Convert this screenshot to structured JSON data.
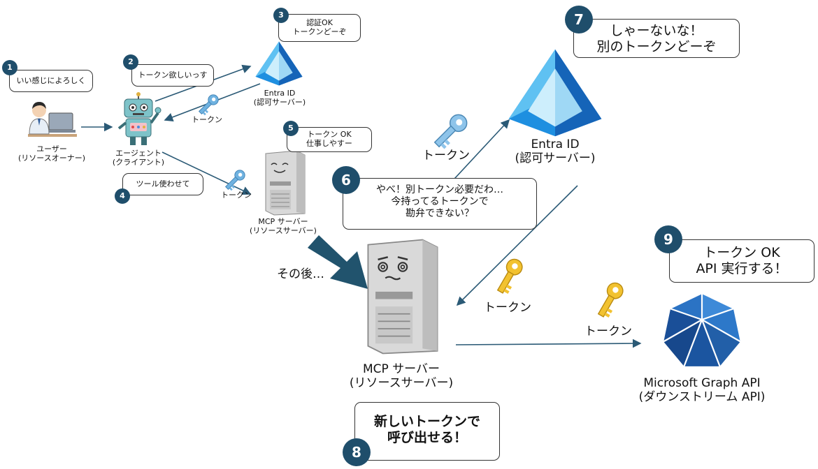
{
  "steps": {
    "s1": {
      "num": "1",
      "text": "いい感じによろしく"
    },
    "s2": {
      "num": "2",
      "text": "トークン欲しいっす"
    },
    "s3": {
      "num": "3",
      "line1": "認証OK",
      "line2": "トークンどーぞ"
    },
    "s4": {
      "num": "4",
      "text": "ツール使わせて"
    },
    "s5": {
      "num": "5",
      "line1": "トークン OK",
      "line2": "仕事しやすー"
    },
    "s6": {
      "num": "6",
      "line1": "やべ！別トークン必要だわ…",
      "line2": "今持ってるトークンで",
      "line3": "勘弁できない？"
    },
    "s7": {
      "num": "7",
      "line1": "しゃーないな！",
      "line2": "別のトークンどーぞ"
    },
    "s8": {
      "num": "8",
      "line1": "新しいトークンで",
      "line2": "呼び出せる！"
    },
    "s9": {
      "num": "9",
      "line1": "トークン OK",
      "line2": "API 実行する！"
    }
  },
  "labels": {
    "user": {
      "line1": "ユーザー",
      "line2": "(リソースオーナー)"
    },
    "agent": {
      "line1": "エージェント",
      "line2": "(クライアント)"
    },
    "entra_small": {
      "line1": "Entra ID",
      "line2": "(認可サーバー)"
    },
    "mcp_small": {
      "line1": "MCP サーバー",
      "line2": "(リソースサーバー)"
    },
    "entra_large": {
      "line1": "Entra ID",
      "line2": "(認可サーバー)"
    },
    "mcp_large": {
      "line1": "MCP サーバー",
      "line2": "(リソースサーバー)"
    },
    "graph": {
      "line1": "Microsoft Graph API",
      "line2": "(ダウンストリーム API)"
    },
    "after": "その後…",
    "token": "トークン"
  },
  "colors": {
    "badge": "#1f4e6b",
    "arrow": "#2b5a76",
    "big_arrow": "#21536d",
    "azure": "#0a6fcf"
  }
}
